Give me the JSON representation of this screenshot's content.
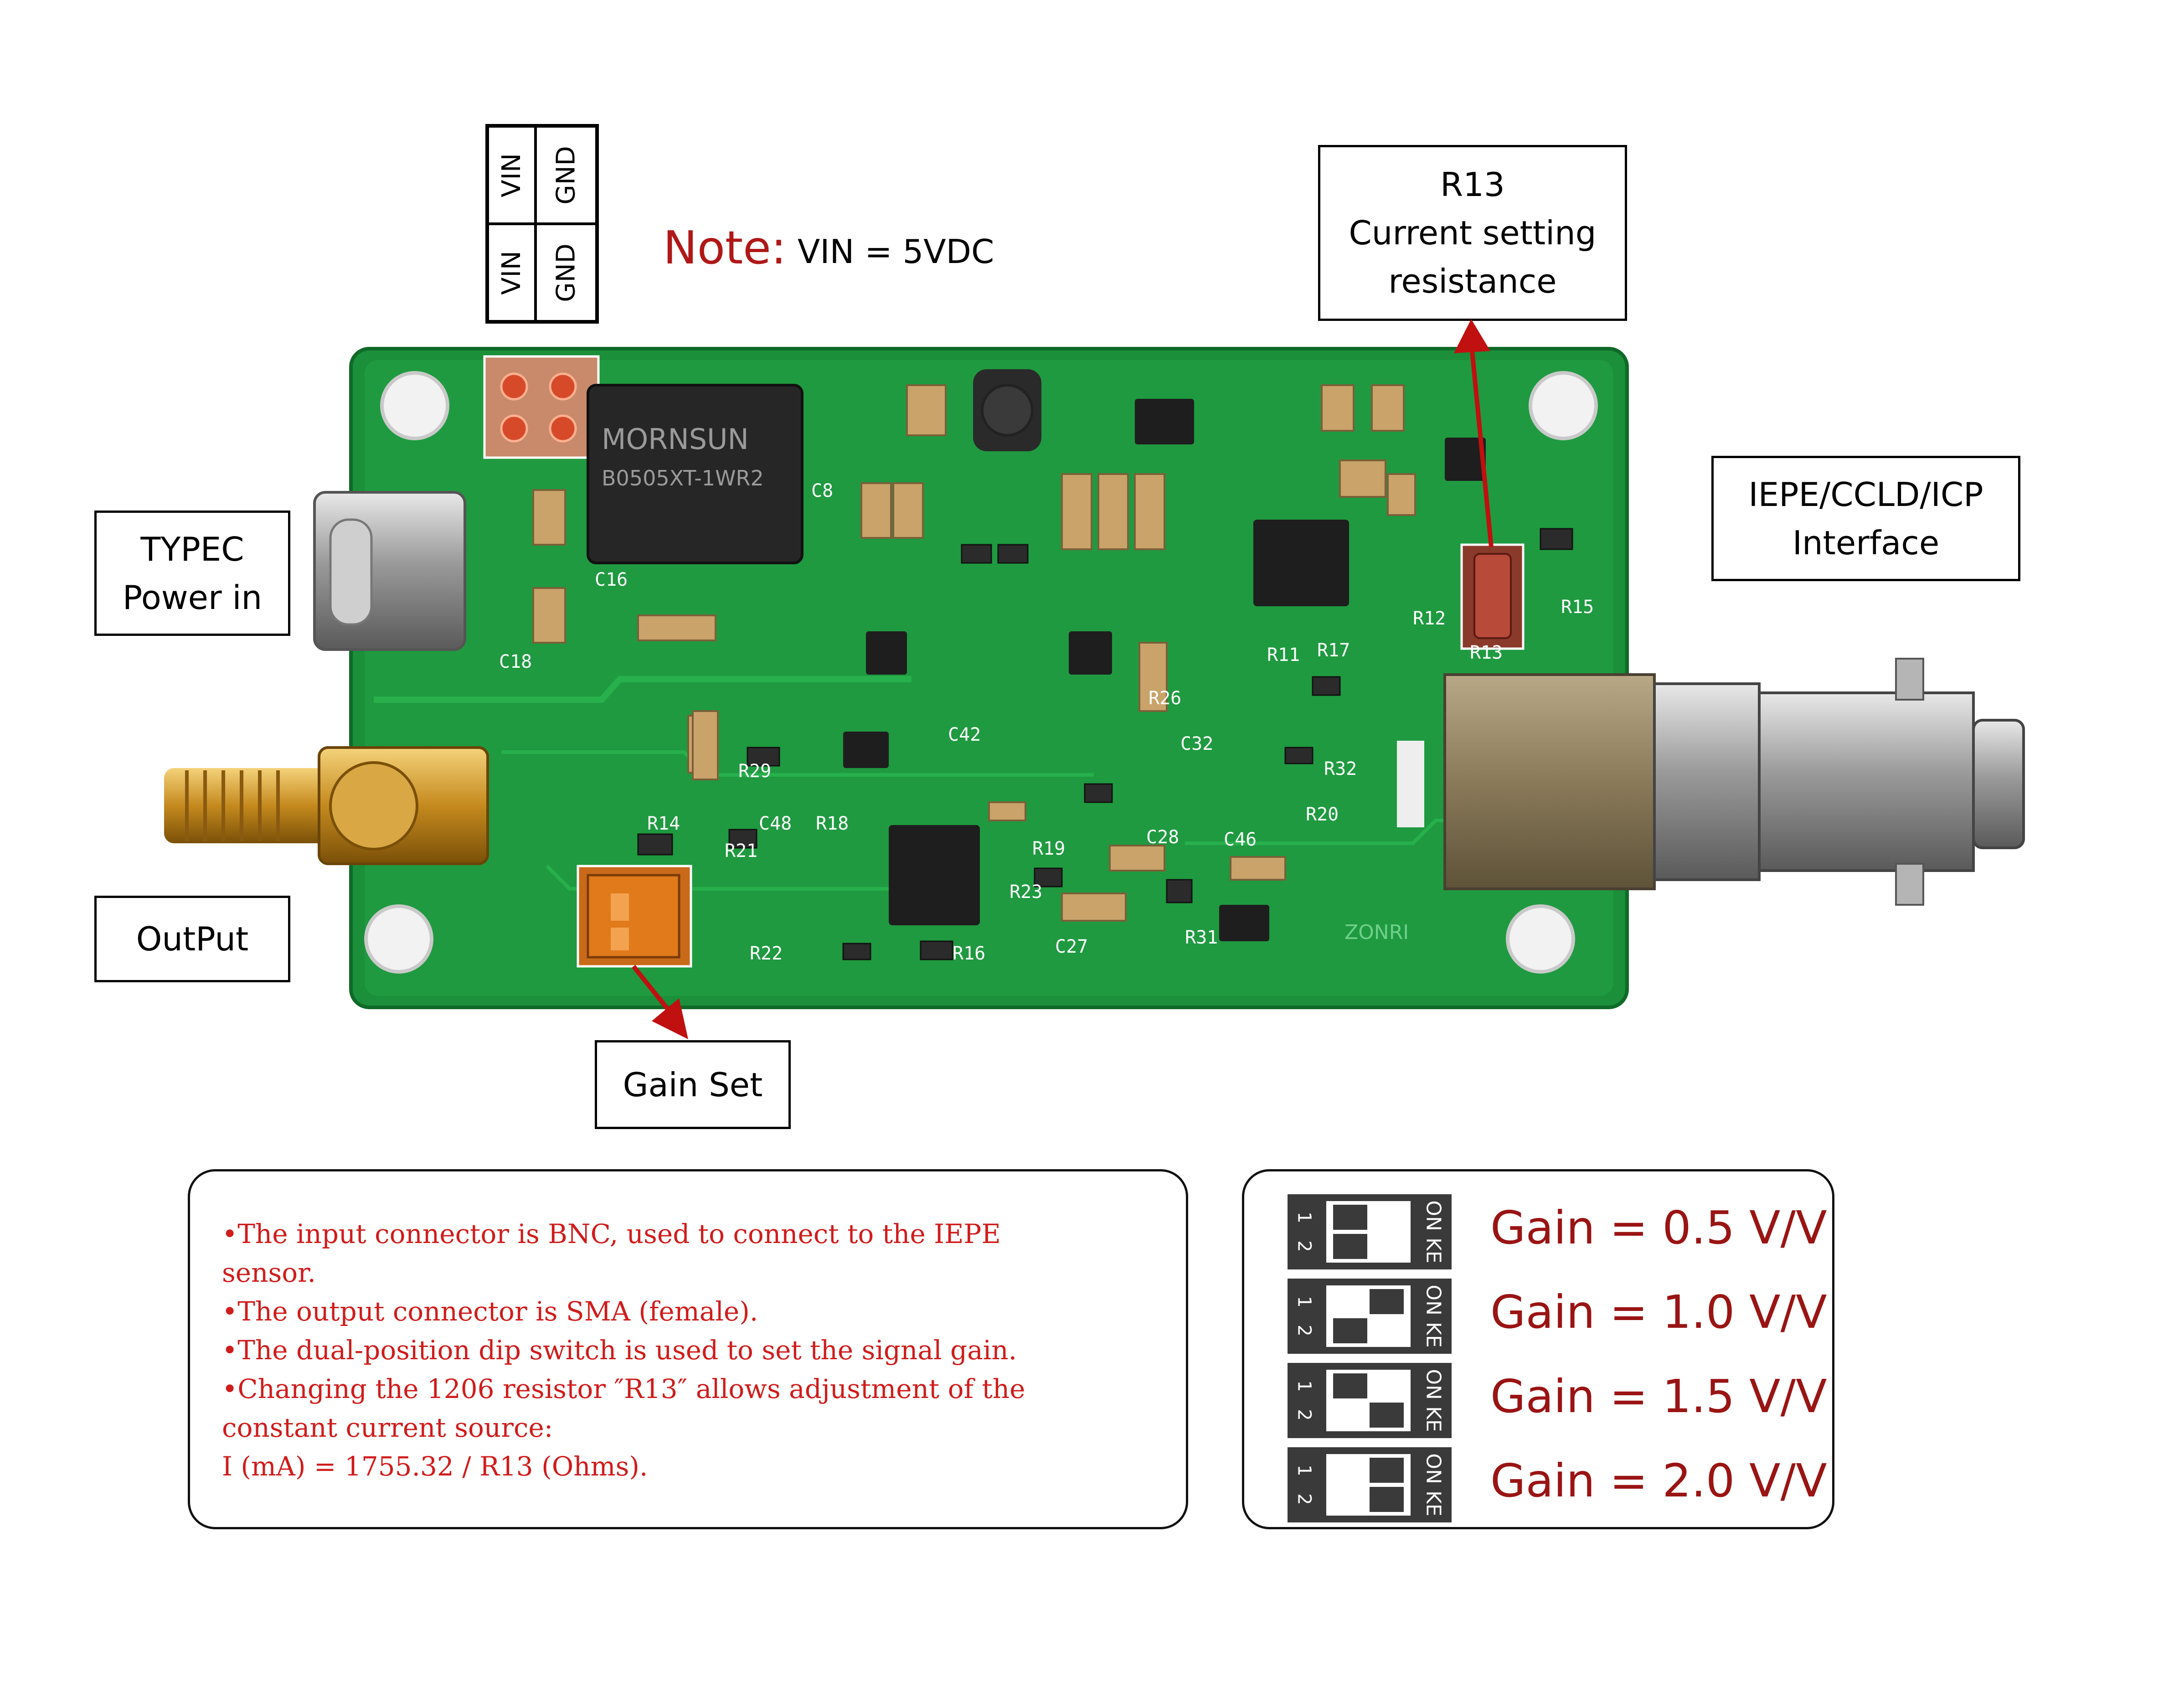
{
  "pin_header": {
    "r1c1": "VIN",
    "r1c2": "GND",
    "r2c1": "VIN",
    "r2c2": "GND"
  },
  "note": {
    "label": "Note:",
    "text": "VIN = 5VDC"
  },
  "callouts": {
    "r13": {
      "line1": "R13",
      "line2": "Current setting",
      "line3": "resistance"
    },
    "typec": {
      "line1": "TYPEC",
      "line2": "Power in"
    },
    "iepe": {
      "line1": "IEPE/CCLD/ICP",
      "line2": "Interface"
    },
    "output": {
      "line1": "OutPut"
    },
    "gainset": {
      "line1": "Gain Set"
    }
  },
  "board_silkscreen": {
    "module": "MORNSUN",
    "module_part": "B0505XT-1WR2",
    "brand": "ZONRI",
    "refs": [
      "C8",
      "C16",
      "C18",
      "R29",
      "C42",
      "C48",
      "R18",
      "R14",
      "R21",
      "R19",
      "C28",
      "C46",
      "R23",
      "R22",
      "R16",
      "C27",
      "R31",
      "R32",
      "R20",
      "R26",
      "C32",
      "R11",
      "R17",
      "R12",
      "R15",
      "R13"
    ]
  },
  "info_lines": [
    "•The input connector is BNC, used to connect to the IEPE",
    "sensor.",
    "•The output connector is SMA (female).",
    "•The dual-position dip switch is used to set the signal gain.",
    "•Changing the 1206 resistor ″R13″ allows adjustment of the",
    "constant current source:",
    "I (mA) = 1755.32 / R13 (Ohms)."
  ],
  "gain_table": [
    {
      "gain": "Gain = 0.5 V/V",
      "sw1": "on",
      "sw2": "on"
    },
    {
      "gain": "Gain = 1.0 V/V",
      "sw1": "off",
      "sw2": "on"
    },
    {
      "gain": "Gain = 1.5 V/V",
      "sw1": "on",
      "sw2": "off"
    },
    {
      "gain": "Gain = 2.0 V/V",
      "sw1": "off",
      "sw2": "off"
    }
  ],
  "dip_labels": {
    "n1": "1",
    "n2": "2",
    "onke": "ON KE"
  },
  "colors": {
    "pcb": "#1b8f3a",
    "accent": "#b01818",
    "arrow": "#c01010"
  }
}
